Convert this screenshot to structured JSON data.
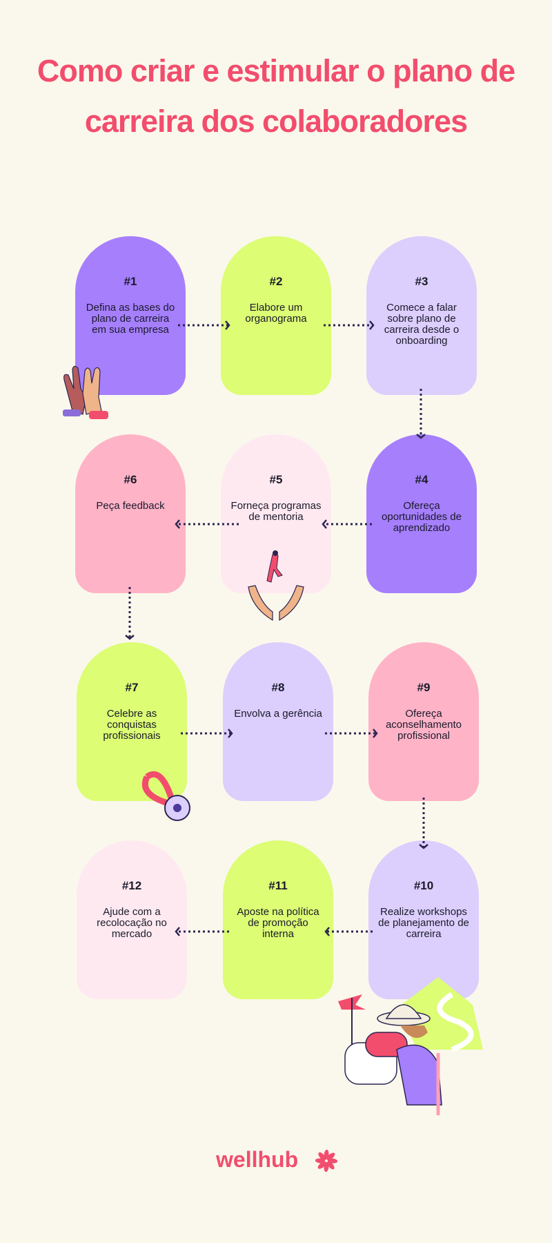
{
  "title": "Como criar e estimular o plano de carreira dos colaboradores",
  "colors": {
    "background": "#faf8ec",
    "title": "#f24d6d",
    "purple": "#a67ffd",
    "lime": "#dcfd74",
    "lavender": "#dccefd",
    "pink": "#ffb3c7",
    "light_pink": "#ffe9f1",
    "arrow": "#2a2550"
  },
  "steps": [
    {
      "number": "#1",
      "text": "Defina as bases do plano de carreira em sua empresa",
      "color": "#a67ffd"
    },
    {
      "number": "#2",
      "text": "Elabore um organograma",
      "color": "#dcfd74"
    },
    {
      "number": "#3",
      "text": "Comece a falar sobre plano de carreira desde o onboarding",
      "color": "#dccefd"
    },
    {
      "number": "#4",
      "text": "Ofereça oportunidades de aprendizado",
      "color": "#a67ffd"
    },
    {
      "number": "#5",
      "text": "Forneça programas de mentoria",
      "color": "#ffe9f1"
    },
    {
      "number": "#6",
      "text": "Peça feedback",
      "color": "#ffb3c7"
    },
    {
      "number": "#7",
      "text": "Celebre as conquistas profissionais",
      "color": "#dcfd74"
    },
    {
      "number": "#8",
      "text": "Envolva a gerência",
      "color": "#dccefd"
    },
    {
      "number": "#9",
      "text": "Ofereça aconselhamento profissional",
      "color": "#ffb3c7"
    },
    {
      "number": "#10",
      "text": "Realize workshops de planejamento de carreira",
      "color": "#dccefd"
    },
    {
      "number": "#11",
      "text": "Aposte na política de promoção interna",
      "color": "#dcfd74"
    },
    {
      "number": "#12",
      "text": "Ajude com a recolocação no mercado",
      "color": "#ffe9f1"
    }
  ],
  "logo": {
    "text": "wellhub"
  }
}
